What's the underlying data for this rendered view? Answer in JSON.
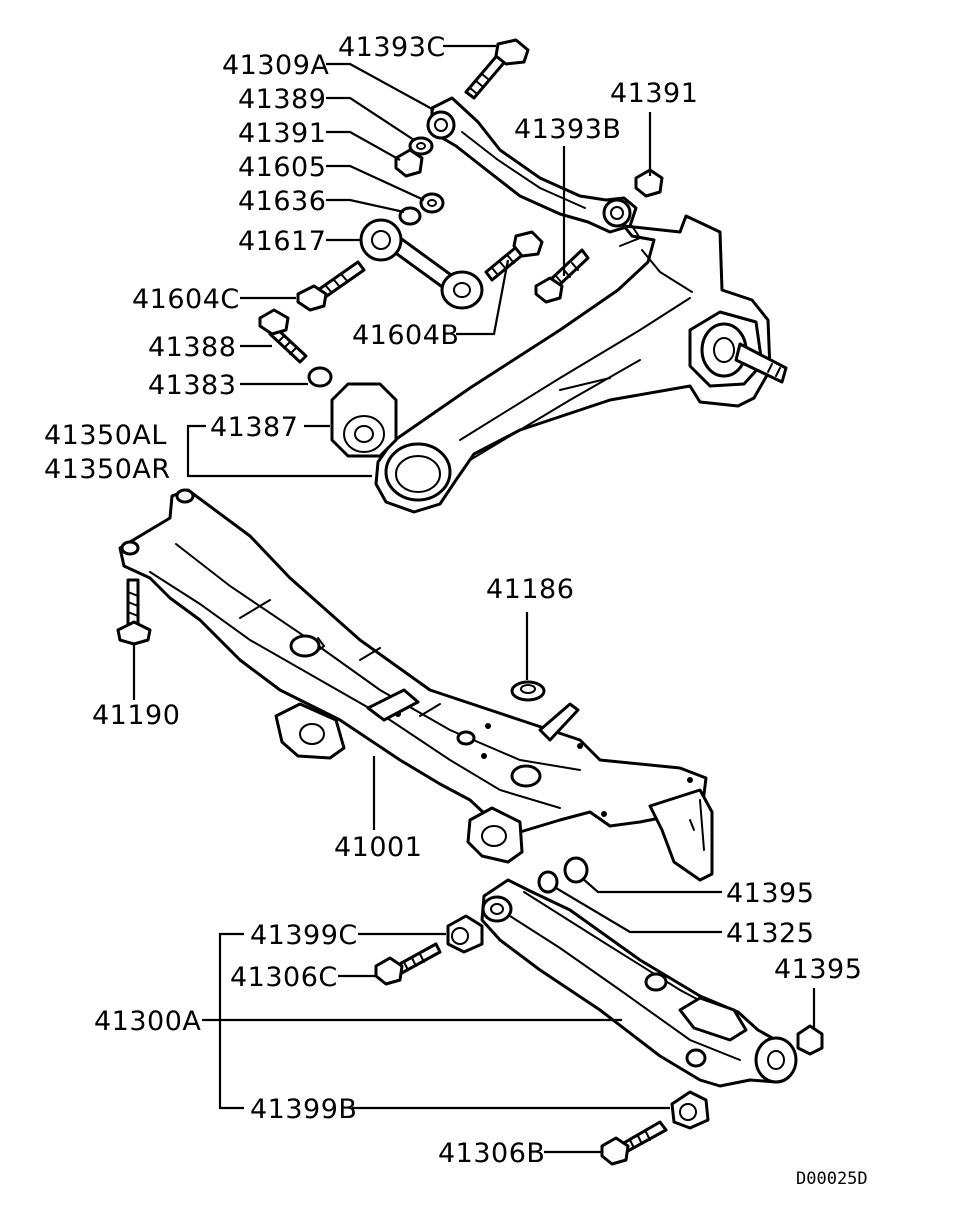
{
  "labels": {
    "l41393C": "41393C",
    "l41309A": "41309A",
    "l41389": "41389",
    "l41391a": "41391",
    "l41605": "41605",
    "l41636": "41636",
    "l41617": "41617",
    "l41391b": "41391",
    "l41393B": "41393B",
    "l41604C": "41604C",
    "l41604B": "41604B",
    "l41388": "41388",
    "l41383": "41383",
    "l41350AL": "41350AL",
    "l41350AR": "41350AR",
    "l41387": "41387",
    "l41186": "41186",
    "l41190": "41190",
    "l41001": "41001",
    "l41395a": "41395",
    "l41325": "41325",
    "l41399C": "41399C",
    "l41306C": "41306C",
    "l41395b": "41395",
    "l41300A": "41300A",
    "l41399B": "41399B",
    "l41306B": "41306B"
  },
  "diagram_code": "D00025D"
}
